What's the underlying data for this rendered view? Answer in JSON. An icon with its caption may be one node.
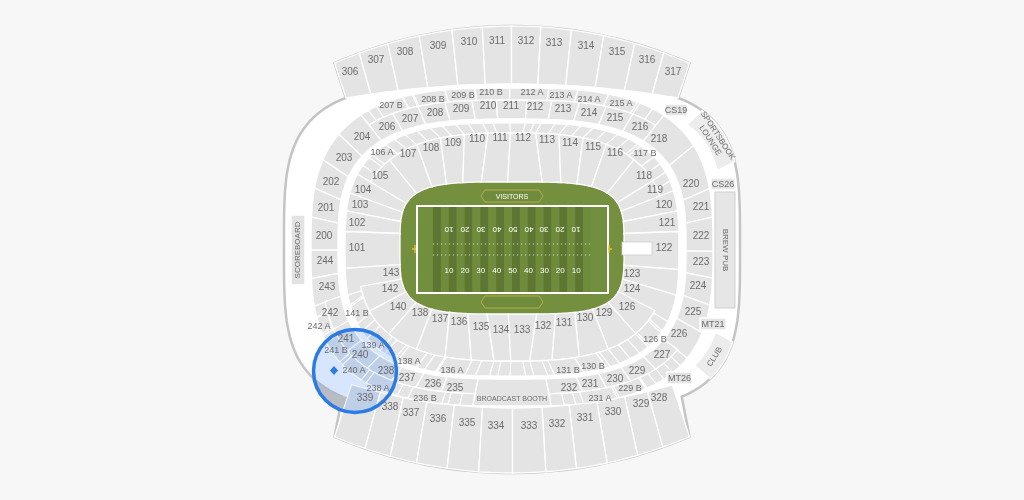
{
  "diagram": {
    "nodes": [
      {
        "text": [
          "306"
        ]
      },
      {
        "text": [
          "307"
        ]
      },
      {
        "text": [
          "308"
        ]
      },
      {
        "text": [
          "309"
        ]
      },
      {
        "text": [
          "310"
        ]
      },
      {
        "text": [
          "311"
        ]
      },
      {
        "text": [
          "312"
        ]
      },
      {
        "text": [
          "313"
        ]
      },
      {
        "text": [
          "314"
        ]
      },
      {
        "text": [
          "315"
        ]
      },
      {
        "text": [
          "316"
        ]
      },
      {
        "text": [
          "317"
        ]
      },
      {
        "text": [
          "207 B"
        ]
      },
      {
        "text": [
          "208 B"
        ]
      },
      {
        "text": [
          "209 B"
        ]
      },
      {
        "text": [
          "210 B"
        ]
      },
      {
        "text": [
          "212 A"
        ]
      },
      {
        "text": [
          "213 A"
        ]
      },
      {
        "text": [
          "214 A"
        ]
      },
      {
        "text": [
          "215 A"
        ]
      },
      {
        "text": [
          "206"
        ]
      },
      {
        "text": [
          "207"
        ]
      },
      {
        "text": [
          "208"
        ]
      },
      {
        "text": [
          "209"
        ]
      },
      {
        "text": [
          "210"
        ]
      },
      {
        "text": [
          "211"
        ]
      },
      {
        "text": [
          "212"
        ]
      },
      {
        "text": [
          "213"
        ]
      },
      {
        "text": [
          "214"
        ]
      },
      {
        "text": [
          "215"
        ]
      },
      {
        "text": [
          "216"
        ]
      },
      {
        "text": [
          "CS19"
        ]
      },
      {
        "text": [
          "SPORTSBOOK LOUNGE"
        ]
      },
      {
        "text": [
          "204"
        ]
      },
      {
        "text": [
          "203"
        ]
      },
      {
        "text": [
          "106 A"
        ]
      },
      {
        "text": [
          "107"
        ]
      },
      {
        "text": [
          "108"
        ]
      },
      {
        "text": [
          "109"
        ]
      },
      {
        "text": [
          "110"
        ]
      },
      {
        "text": [
          "111"
        ]
      },
      {
        "text": [
          "112"
        ]
      },
      {
        "text": [
          "113"
        ]
      },
      {
        "text": [
          "114"
        ]
      },
      {
        "text": [
          "115"
        ]
      },
      {
        "text": [
          "116"
        ]
      },
      {
        "text": [
          "117 B"
        ]
      },
      {
        "text": [
          "218"
        ]
      },
      {
        "text": [
          "105"
        ]
      },
      {
        "text": [
          "118"
        ]
      },
      {
        "text": [
          "202"
        ]
      },
      {
        "text": [
          "220"
        ]
      },
      {
        "text": [
          "CS26"
        ]
      },
      {
        "text": [
          "104"
        ]
      },
      {
        "text": [
          "119"
        ]
      },
      {
        "text": [
          "VISITORS"
        ]
      },
      {
        "text": [
          "103"
        ]
      },
      {
        "text": [
          "120"
        ]
      },
      {
        "text": [
          "201"
        ]
      },
      {
        "text": [
          "221"
        ]
      },
      {
        "text": [
          "102"
        ]
      },
      {
        "text": [
          "121"
        ]
      },
      {
        "text": [
          "200"
        ]
      },
      {
        "text": [
          "222"
        ]
      },
      {
        "text": [
          "101"
        ]
      },
      {
        "text": [
          "122"
        ]
      },
      {
        "text": [
          "244"
        ]
      },
      {
        "text": [
          "223"
        ]
      },
      {
        "text": [
          "BREW PUB"
        ]
      },
      {
        "text": [
          "SCOREBOARD"
        ]
      },
      {
        "text": [
          "143"
        ]
      },
      {
        "text": [
          "123"
        ]
      },
      {
        "text": [
          "243"
        ]
      },
      {
        "text": [
          "142"
        ]
      },
      {
        "text": [
          "124"
        ]
      },
      {
        "text": [
          "224"
        ]
      },
      {
        "text": [],
        "shape": "box"
      },
      {
        "text": [
          "140"
        ]
      },
      {
        "text": [
          "126"
        ]
      },
      {
        "text": [
          "141 B"
        ]
      },
      {
        "text": [
          "242"
        ]
      },
      {
        "text": [
          "138"
        ]
      },
      {
        "text": [
          "129"
        ]
      },
      {
        "text": [
          "225"
        ]
      },
      {
        "text": [
          "137"
        ]
      },
      {
        "text": [
          "130"
        ]
      },
      {
        "text": [
          "136"
        ]
      },
      {
        "text": [
          "131"
        ]
      },
      {
        "text": [
          "MT21"
        ]
      },
      {
        "text": [
          "135"
        ]
      },
      {
        "text": [
          "132"
        ]
      },
      {
        "text": [
          "134"
        ]
      },
      {
        "text": [
          "133"
        ]
      },
      {
        "text": [
          "242 A"
        ]
      },
      {
        "text": [
          "241"
        ]
      },
      {
        "text": [
          "226"
        ]
      },
      {
        "text": [
          "126 B"
        ]
      },
      {
        "text": [
          "139 A"
        ]
      },
      {
        "text": [
          "241 B"
        ]
      },
      {
        "text": [
          "240"
        ]
      },
      {
        "text": [
          "227"
        ]
      },
      {
        "text": [
          "CLUB"
        ]
      },
      {
        "text": [
          "138 A"
        ]
      },
      {
        "text": [
          "130 B"
        ]
      },
      {
        "text": [
          "136 A"
        ]
      },
      {
        "text": [
          "131 B"
        ]
      },
      {
        "text": [
          "240 A"
        ]
      },
      {
        "text": [
          "238"
        ]
      },
      {
        "text": [
          "229"
        ]
      },
      {
        "text": [
          "237"
        ]
      },
      {
        "text": [
          "230"
        ]
      },
      {
        "text": [
          "MT26"
        ]
      },
      {
        "text": [
          "236"
        ]
      },
      {
        "text": [
          "231"
        ]
      },
      {
        "text": [
          "235"
        ]
      },
      {
        "text": [
          "232"
        ]
      },
      {
        "text": [
          "238 A"
        ]
      },
      {
        "text": [
          "229 B"
        ]
      },
      {
        "text": [
          "BROADCAST BOOTH"
        ]
      },
      {
        "text": [
          "236 B"
        ]
      },
      {
        "text": [
          "231 A"
        ]
      },
      {
        "text": [
          "339"
        ]
      },
      {
        "text": [
          "328"
        ]
      },
      {
        "text": [
          "338"
        ]
      },
      {
        "text": [
          "329"
        ]
      },
      {
        "text": [
          "337"
        ]
      },
      {
        "text": [
          "330"
        ]
      },
      {
        "text": [
          "336"
        ]
      },
      {
        "text": [
          "331"
        ]
      },
      {
        "text": [
          "335"
        ]
      },
      {
        "text": [
          "332"
        ]
      },
      {
        "text": [
          "334"
        ]
      },
      {
        "text": [
          "333"
        ]
      }
    ],
    "labels": [
      "10",
      "20",
      "30",
      "40",
      "50",
      "40",
      "30",
      "20",
      "10",
      "10",
      "20",
      "30",
      "40",
      "50",
      "40",
      "30",
      "20",
      "10"
    ]
  }
}
